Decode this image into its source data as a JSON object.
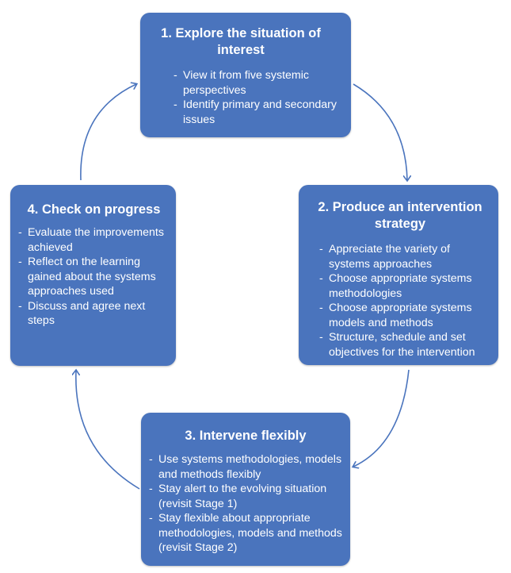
{
  "stages": [
    {
      "title": "1. Explore the situation of interest",
      "items": [
        "View it from five systemic perspectives",
        "Identify primary and secondary issues"
      ]
    },
    {
      "title": "2. Produce an intervention strategy",
      "items": [
        "Appreciate the variety of systems approaches",
        "Choose appropriate systems methodologies",
        "Choose appropriate systems models and methods",
        "Structure, schedule and set objectives for the intervention"
      ]
    },
    {
      "title": "3. Intervene flexibly",
      "items": [
        "Use systems methodologies, models and methods flexibly",
        "Stay alert to the evolving situation (revisit Stage 1)",
        "Stay flexible about appropriate methodologies, models and methods  (revisit Stage 2)"
      ]
    },
    {
      "title": "4. Check on progress",
      "items": [
        "Evaluate the improvements achieved",
        "Reflect on the  learning gained about the systems approaches used",
        "Discuss and agree next steps"
      ]
    }
  ],
  "colors": {
    "box_fill": "#4a74bd",
    "box_text": "#ffffff",
    "arrow": "#4a74bd"
  }
}
